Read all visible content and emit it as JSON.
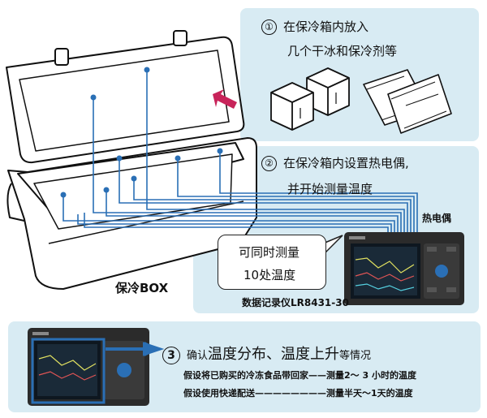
{
  "colors": {
    "panel_bg": "#d8ebf3",
    "accent_arrow": "#c8245a",
    "wire": "#2a6fb5"
  },
  "step1": {
    "number": "①",
    "line1": "在保冷箱内放入",
    "line2": "几个干冰和保冷剂等"
  },
  "step2": {
    "number": "②",
    "line1": "在保冷箱内设置热电偶,",
    "line2": "并开始测量温度"
  },
  "thermocouple_label": "热电偶",
  "bubble": {
    "line1": "可同时测量",
    "line2": "10处温度"
  },
  "box_label": "保冷BOX",
  "logger_label": "数据记录仪LR8431-30",
  "step3": {
    "number": "3",
    "prefix": "确认",
    "title": "温度分布、温度上升",
    "suffix": "等情况",
    "note1": "假设将已购买的冷冻食品带回家——测量2～ 3 小时的温度",
    "note2": "假设使用快递配送————————测量半天～1天的温度"
  }
}
